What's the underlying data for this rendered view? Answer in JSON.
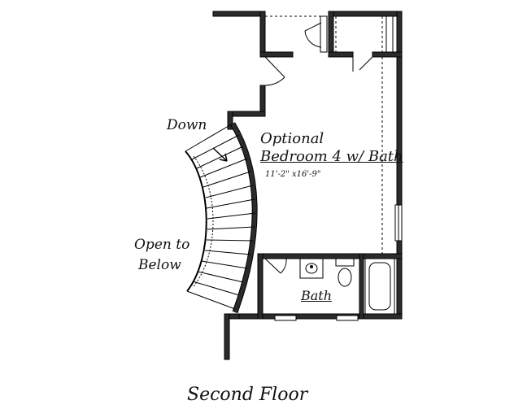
{
  "plan": {
    "stair_label": "Down",
    "room_name_line1": "Optional",
    "room_name_line2": "Bedroom 4 w/ Bath",
    "room_dimensions": "11'-2\" x16'-9\"",
    "open_label_line1": "Open to",
    "open_label_line2": "Below",
    "bath_label": "Bath",
    "floor_title": "Second Floor"
  },
  "colors": {
    "wall_fill": "#2b2b2b",
    "wall_stroke": "#000000",
    "background": "#ffffff"
  }
}
